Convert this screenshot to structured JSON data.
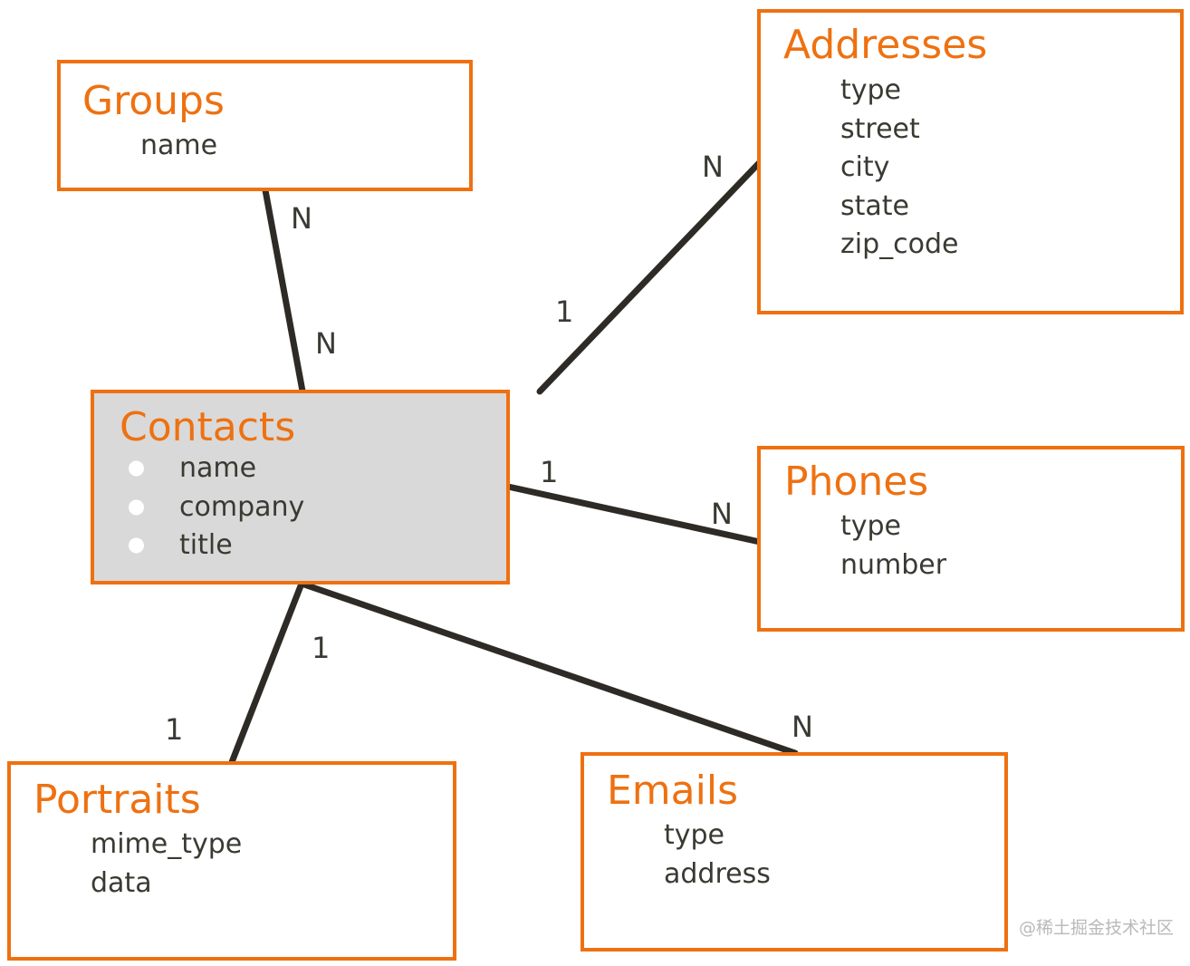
{
  "diagram": {
    "type": "entity-relationship-diagram",
    "colors": {
      "entity_border": "#ee7111",
      "entity_title": "#ee7111",
      "attribute_text": "#3a3a33",
      "edge": "#2e2b26",
      "contacts_fill": "#d9d9d9",
      "page_background": "#ffffff",
      "watermark": "#b9b9b9"
    },
    "entities": [
      {
        "id": "groups",
        "title": "Groups",
        "attributes": [
          "name"
        ],
        "bulleted": false,
        "shaded": false
      },
      {
        "id": "addresses",
        "title": "Addresses",
        "attributes": [
          "type",
          "street",
          "city",
          "state",
          "zip_code"
        ],
        "bulleted": false,
        "shaded": false
      },
      {
        "id": "contacts",
        "title": "Contacts",
        "attributes": [
          "name",
          "company",
          "title"
        ],
        "bulleted": true,
        "shaded": true
      },
      {
        "id": "phones",
        "title": "Phones",
        "attributes": [
          "type",
          "number"
        ],
        "bulleted": false,
        "shaded": false
      },
      {
        "id": "portraits",
        "title": "Portraits",
        "attributes": [
          "mime_type",
          "data"
        ],
        "bulleted": false,
        "shaded": false
      },
      {
        "id": "emails",
        "title": "Emails",
        "attributes": [
          "type",
          "address"
        ],
        "bulleted": false,
        "shaded": false
      }
    ],
    "relationships": [
      {
        "id": "groups-contacts",
        "from": "groups",
        "to": "contacts",
        "from_cardinality": "N",
        "to_cardinality": "N"
      },
      {
        "id": "contacts-addresses",
        "from": "contacts",
        "to": "addresses",
        "from_cardinality": "1",
        "to_cardinality": "N"
      },
      {
        "id": "contacts-phones",
        "from": "contacts",
        "to": "phones",
        "from_cardinality": "1",
        "to_cardinality": "N"
      },
      {
        "id": "contacts-portraits",
        "from": "contacts",
        "to": "portraits",
        "from_cardinality": "1",
        "to_cardinality": "1"
      },
      {
        "id": "contacts-emails",
        "from": "contacts",
        "to": "emails",
        "from_cardinality": "1",
        "to_cardinality": "N"
      }
    ],
    "cardinality_labels": {
      "groups_end": "N",
      "contacts_from_groups": "N",
      "contacts_to_addresses": "1",
      "addresses_end": "N",
      "contacts_to_phones": "1",
      "phones_end": "N",
      "contacts_to_portraits": "1",
      "portraits_end": "1",
      "contacts_to_emails": "1",
      "emails_end": "N"
    }
  },
  "watermark": {
    "text": "@稀土掘金技术社区"
  }
}
